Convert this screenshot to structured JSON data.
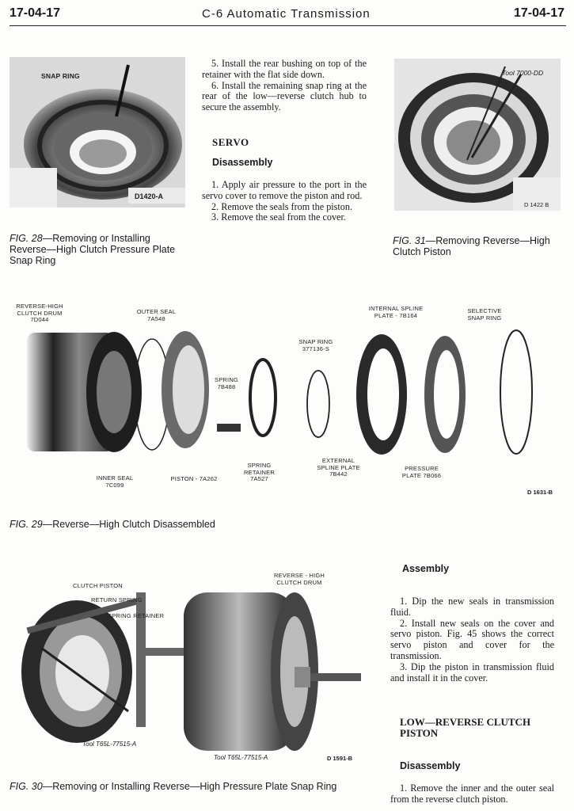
{
  "header": {
    "page_left": "17-04-17",
    "title": "C-6 Automatic Transmission",
    "page_right": "17-04-17"
  },
  "fig28": {
    "label_snap_ring": "SNAP RING",
    "code": "D1420-A",
    "caption_num": "FIG. 28",
    "caption_text": "—Removing or Installing Reverse—High Clutch Pressure Plate Snap Ring"
  },
  "mid_text": {
    "p5": "5. Install the rear bushing on top of the retainer with the flat side down.",
    "p6": "6. Install the remaining snap ring at the rear of the low—reverse clutch hub to secure the assembly.",
    "servo_heading": "SERVO",
    "disassembly_heading": "Disassembly",
    "d1": "1. Apply air pressure to the port in the servo cover to remove the piston and rod.",
    "d2": "2. Remove the seals from the piston.",
    "d3": "3. Remove the seal from the cover."
  },
  "fig31": {
    "tool_label": "Tool 7000-DD",
    "code": "D 1422 B",
    "caption_num": "FIG. 31",
    "caption_text": "—Removing Reverse—High Clutch Piston"
  },
  "fig29": {
    "labels": {
      "drum": "REVERSE-HIGH CLUTCH DRUM 7D044",
      "outer_seal": "OUTER SEAL 7A548",
      "spring": "SPRING 7B488",
      "snap_ring": "SNAP RING 377136-S",
      "internal_spline": "INTERNAL SPLINE PLATE - 7B164",
      "selective": "SELECTIVE SNAP RING",
      "inner_seal": "INNER SEAL 7C099",
      "piston": "PISTON - 7A262",
      "spring_retainer": "SPRING RETAINER 7A527",
      "external_spline": "EXTERNAL SPLINE PLATE 7B442",
      "pressure_plate": "PRESSURE PLATE 7B066"
    },
    "code": "D 1631-B",
    "caption_num": "FIG. 29",
    "caption_text": "—Reverse—High Clutch Disassembled"
  },
  "fig30": {
    "labels": {
      "clutch_piston": "CLUTCH PISTON",
      "return_spring": "RETURN SPRING",
      "spring_retainer": "SPRING RETAINER",
      "drum": "REVERSE - HIGH CLUTCH DRUM",
      "tool_a": "Tool T65L-77515-A",
      "tool_b": "Tool T65L-77515-A"
    },
    "code": "D 1591-B",
    "caption_num": "FIG. 30",
    "caption_text": "—Removing or Installing Reverse—High Pressure Plate Snap Ring"
  },
  "right_text": {
    "assembly_heading": "Assembly",
    "a1": "1. Dip the new seals in transmission fluid.",
    "a2": "2. Install new seals on the cover and servo piston. Fig. 45 shows the correct servo piston and cover for the transmission.",
    "a3": "3. Dip the piston in transmission fluid and install it in the cover.",
    "low_reverse_heading": "LOW—REVERSE CLUTCH PISTON",
    "disassembly_heading": "Disassembly",
    "d1": "1. Remove the inner and the outer seal from the reverse clutch piston."
  }
}
